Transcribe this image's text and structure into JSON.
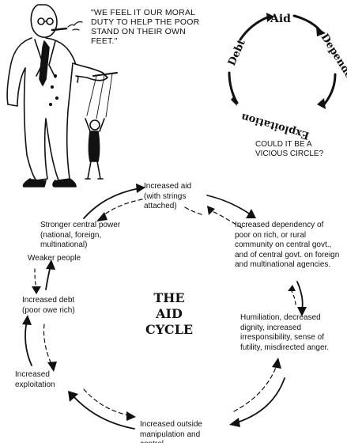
{
  "cartoon": {
    "quote": "\"WE FEEL IT OUR MORAL DUTY TO HELP THE POOR STAND ON THEIR OWN FEET.\""
  },
  "vicious_circle": {
    "words": [
      "Aid",
      "Dependence",
      "Exploitation",
      "Debt"
    ],
    "question": "COULD IT BE A VICIOUS CIRCLE?"
  },
  "aid_cycle": {
    "title_lines": [
      "THE",
      "AID",
      "CYCLE"
    ],
    "nodes": [
      {
        "id": "increased-aid",
        "text": "Increased aid (with strings attached)"
      },
      {
        "id": "increased-dependency",
        "text": "Increased dependency of poor on rich, or rural community on central govt., and of central govt. on foreign and multinational agencies."
      },
      {
        "id": "humiliation",
        "text": "Humiliation, decreased dignity, increased irresponsibility, sense of futility, misdirected anger."
      },
      {
        "id": "increased-outside-manipulation",
        "text": "Increased outside manipulation and control"
      },
      {
        "id": "increased-exploitation",
        "text": "Increased exploitation"
      },
      {
        "id": "increased-debt",
        "text": "Increased debt (poor owe rich)"
      },
      {
        "id": "weaker-people",
        "text": "Weaker people"
      },
      {
        "id": "stronger-central-power",
        "text": "Stronger central power (national, foreign, multinational)"
      }
    ]
  },
  "colors": {
    "ink": "#111111",
    "paper": "#ffffff"
  }
}
